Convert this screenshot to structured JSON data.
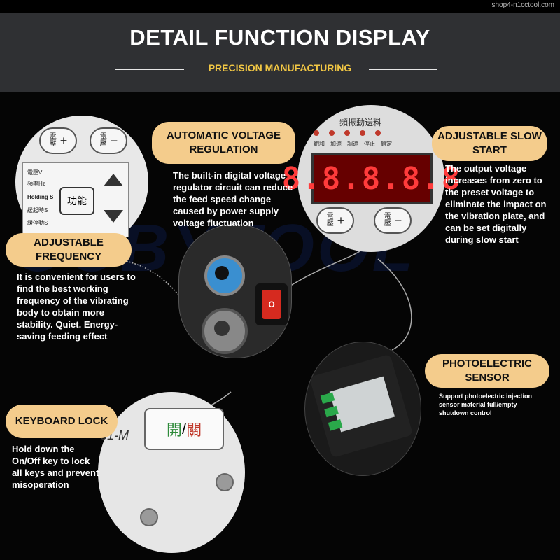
{
  "watermark": "shop4-n1cctool.com",
  "header": {
    "title": "DETAIL FUNCTION DISPLAY",
    "subtitle": "PRECISION MANUFACTURING"
  },
  "background_mark": "OUBYTOOL",
  "features": {
    "auto_voltage": {
      "title": "AUTOMATIC VOLTAGE REGULATION",
      "description": "The built-in digital voltage regulator circuit can reduce the feed speed change caused by power supply voltage fluctuation"
    },
    "slow_start": {
      "title": "ADJUSTABLE SLOW START",
      "description": "The output voltage increases from zero to the preset voltage to eliminate the impact on the vibration plate, and can be set digitally during slow start"
    },
    "frequency": {
      "title": "ADJUSTABLE FREQUENCY",
      "description": "It is convenient for users to find the best working frequency of the vibrating body to obtain more stability. Quiet. Energy-saving feeding effect"
    },
    "photoelectric": {
      "title": "PHOTOELECTRIC SENSOR",
      "description": "Support photoelectric injection sensor material full/empty shutdown control"
    },
    "keyboard_lock": {
      "title": "KEYBOARD LOCK",
      "description": "Hold down the On/Off key to lock all keys and prevent misoperation"
    }
  },
  "panel": {
    "display": "8.8.8.8.8",
    "voltage_key": "電壓",
    "plus": "+",
    "minus": "−",
    "function_key": "功能",
    "holding": "Holding S",
    "indicators": [
      "電壓V",
      "頻率Hz",
      "緩起時S",
      "緩停動S"
    ],
    "led_labels": [
      "飽和",
      "加速",
      "調速",
      "停止",
      "鎖定"
    ],
    "onoff_on": "開",
    "onoff_sep": "/",
    "onoff_off": "關",
    "model_code": "31-M",
    "switch_mark": "O",
    "top_banner": "頻振動送料"
  },
  "colors": {
    "header_bg": "#2f3033",
    "title": "#ffffff",
    "accent": "#f2c744",
    "pill": "#f4cc8c",
    "led": "#ff3b3b"
  }
}
